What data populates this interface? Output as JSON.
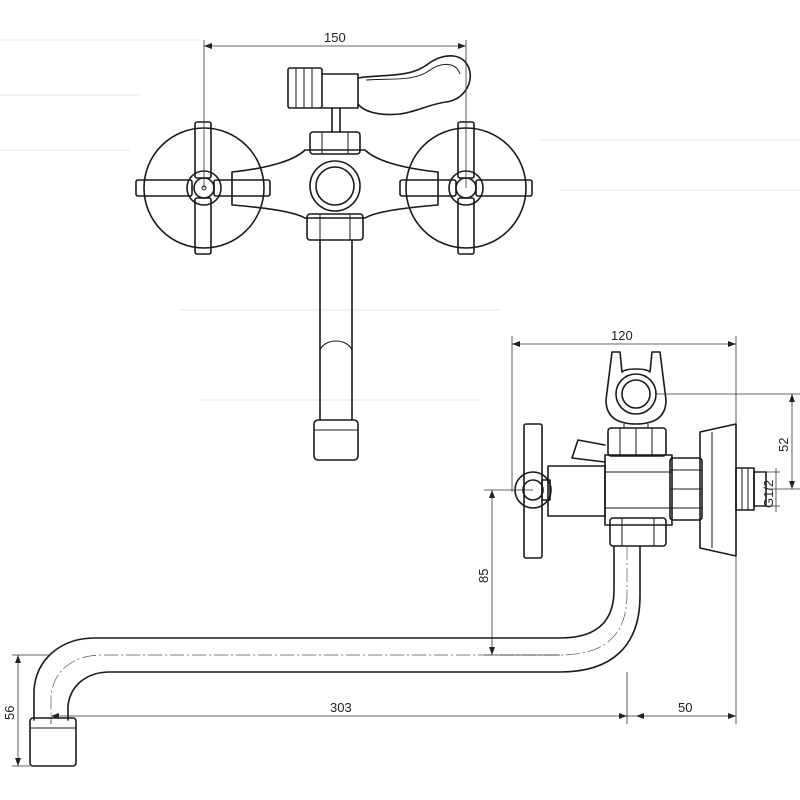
{
  "dimensions": {
    "top_width": "150",
    "side_width": "120",
    "height_52": "52",
    "thread": "G1/2",
    "height_85": "85",
    "height_56": "56",
    "spout_length": "303",
    "wall_offset": "50"
  },
  "colors": {
    "line": "#1a1a1a",
    "background": "#ffffff"
  }
}
